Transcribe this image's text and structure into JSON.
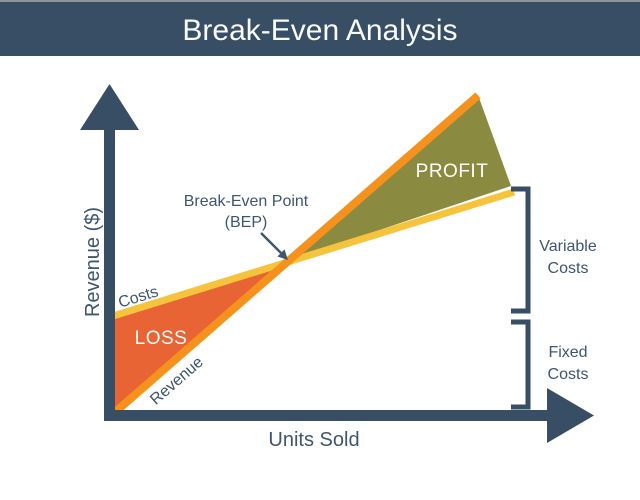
{
  "header": {
    "title": "Break-Even Analysis",
    "bg_color": "#374E64",
    "top_edge_color": "#8C939B"
  },
  "chart": {
    "axis_color": "#374E64",
    "label_color": "#3E566E",
    "y_axis_label": "Revenue ($)",
    "x_axis_label": "Units Sold",
    "revenue_line": {
      "label": "Revenue",
      "color": "#F5921E"
    },
    "costs_line": {
      "label": "Costs",
      "color": "#F6C33D"
    },
    "loss_region": {
      "label": "LOSS",
      "color": "#E96434"
    },
    "profit_region": {
      "label": "PROFIT",
      "color": "#8A8B41"
    },
    "break_even": {
      "label_line1": "Break-Even Point",
      "label_line2": "(BEP)"
    },
    "variable_costs": {
      "label_line1": "Variable",
      "label_line2": "Costs"
    },
    "fixed_costs": {
      "label_line1": "Fixed",
      "label_line2": "Costs"
    }
  }
}
